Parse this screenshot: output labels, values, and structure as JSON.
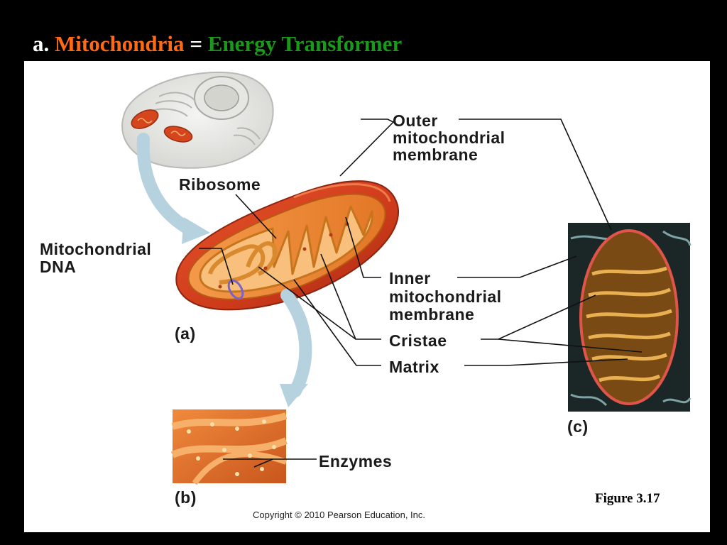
{
  "title": {
    "prefix": "a.",
    "subject": "Mitochondria",
    "equals": "=",
    "role": "Energy Transformer"
  },
  "labels": {
    "outer_membrane": [
      "Outer",
      "mitochondrial",
      "membrane"
    ],
    "ribosome": "Ribosome",
    "mito_dna": [
      "Mitochondrial",
      "DNA"
    ],
    "inner_membrane": [
      "Inner",
      "mitochondrial",
      "membrane"
    ],
    "cristae": "Cristae",
    "matrix": "Matrix",
    "enzymes": "Enzymes",
    "panel_a": "(a)",
    "panel_b": "(b)",
    "panel_c": "(c)"
  },
  "figure_number": "Figure 3.17",
  "copyright": "Copyright © 2010 Pearson Education, Inc.",
  "colors": {
    "title_subject": "#ff6a13",
    "title_role": "#1a9a1a",
    "outer_membrane": "#d9401e",
    "inner_tissue": "#e8842e",
    "matrix": "#f6b36a",
    "micrograph_bg": "#1b2626",
    "arrow": "#9dbfd0"
  }
}
